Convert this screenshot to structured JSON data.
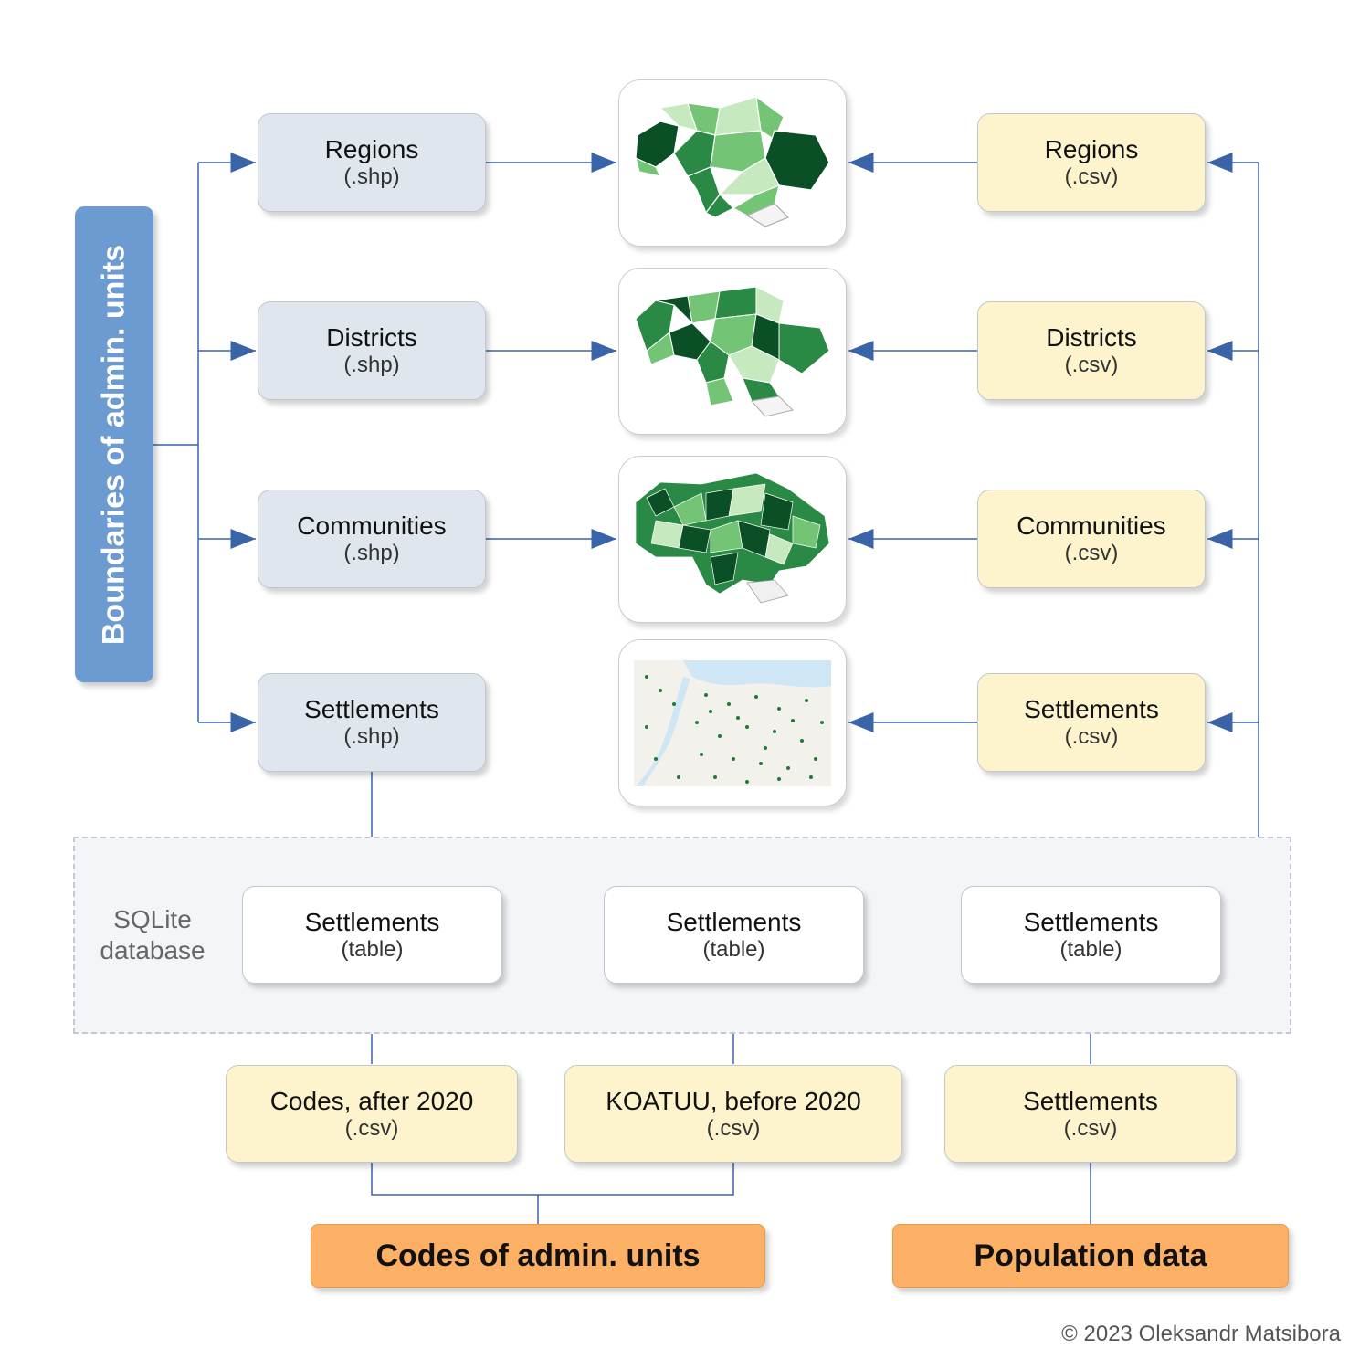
{
  "sidebar_label": "Boundaries of admin. units",
  "shp_boxes": [
    {
      "title": "Regions",
      "sub": "(.shp)"
    },
    {
      "title": "Districts",
      "sub": "(.shp)"
    },
    {
      "title": "Communities",
      "sub": "(.shp)"
    },
    {
      "title": "Settlements",
      "sub": "(.shp)"
    }
  ],
  "csv_boxes": [
    {
      "title": "Regions",
      "sub": "(.csv)"
    },
    {
      "title": "Districts",
      "sub": "(.csv)"
    },
    {
      "title": "Communities",
      "sub": "(.csv)"
    },
    {
      "title": "Settlements",
      "sub": "(.csv)"
    }
  ],
  "database": {
    "label_line1": "SQLite",
    "label_line2": "database",
    "tables": [
      {
        "title": "Settlements",
        "sub": "(table)"
      },
      {
        "title": "Settlements",
        "sub": "(table)"
      },
      {
        "title": "Settlements",
        "sub": "(table)"
      }
    ]
  },
  "sources": [
    {
      "title": "Codes, after 2020",
      "sub": "(.csv)"
    },
    {
      "title": "KOATUU, before 2020",
      "sub": "(.csv)"
    },
    {
      "title": "Settlements",
      "sub": "(.csv)"
    }
  ],
  "groups": {
    "codes": "Codes of admin. units",
    "population": "Population data"
  },
  "credit": "© 2023 Oleksandr Matsibora",
  "colors": {
    "shp_fill": "#dfe6ee",
    "csv_fill": "#fdf4cd",
    "sidebar_fill": "#6b9bd0",
    "group_fill": "#fbb066",
    "connector": "#3a64a8",
    "map_greens": [
      "#0b4f26",
      "#2a8a45",
      "#74c476",
      "#c7e9c0"
    ]
  }
}
